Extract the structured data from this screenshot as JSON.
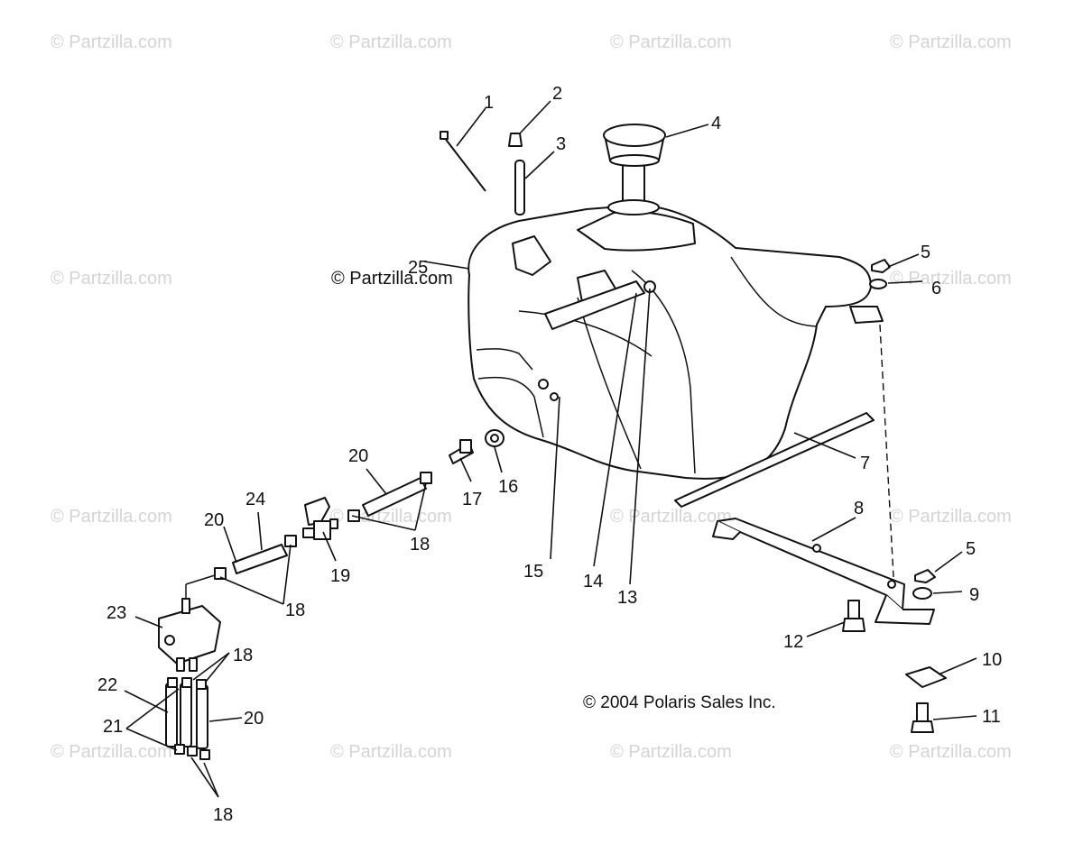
{
  "watermark": "© Partzilla.com",
  "copyright_main": "© Partzilla.com",
  "copyright_polaris": "© 2004 Polaris Sales Inc.",
  "callouts": {
    "c1": "1",
    "c2": "2",
    "c3": "3",
    "c4": "4",
    "c5a": "5",
    "c5b": "5",
    "c6": "6",
    "c7": "7",
    "c8": "8",
    "c9": "9",
    "c10": "10",
    "c11": "11",
    "c12": "12",
    "c13": "13",
    "c14": "14",
    "c15": "15",
    "c16": "16",
    "c17": "17",
    "c18a": "18",
    "c18b": "18",
    "c18c": "18",
    "c18d": "18",
    "c19": "19",
    "c20a": "20",
    "c20b": "20",
    "c20c": "20",
    "c21": "21",
    "c22": "22",
    "c23": "23",
    "c24": "24",
    "c25": "25"
  }
}
